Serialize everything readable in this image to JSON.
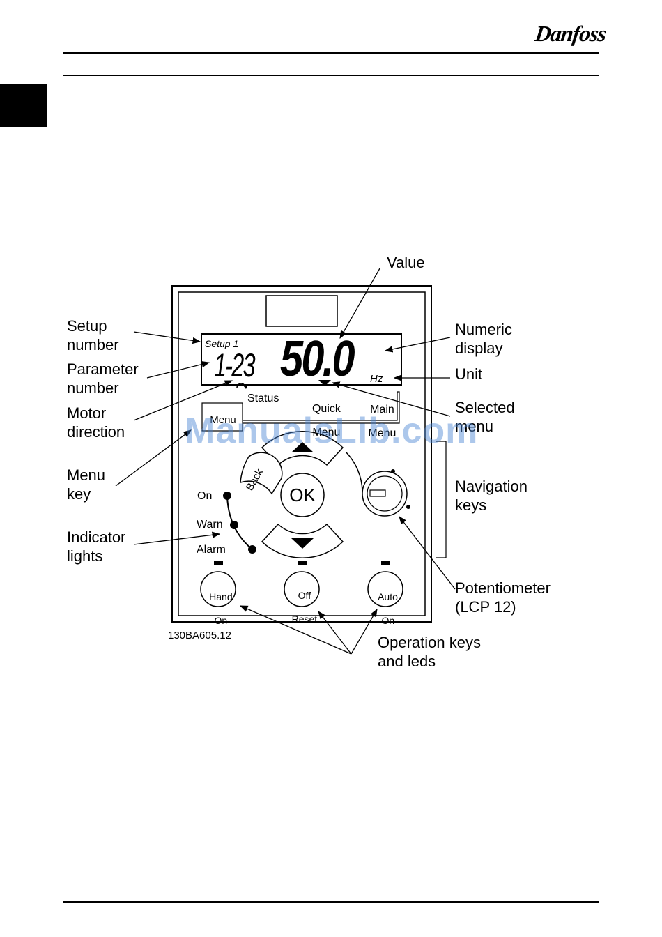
{
  "header": {
    "logo": "Danfoss"
  },
  "figure": {
    "code": "130BA605.12",
    "display": {
      "setup": "Setup 1",
      "parameter": "1-23",
      "value": "50.0",
      "unit": "Hz"
    },
    "menu_tabs": {
      "status": "Status",
      "quick_line1": "Quick",
      "quick_line2": "Menu",
      "main_line1": "Main",
      "main_line2": "Menu"
    },
    "keys": {
      "menu": "Menu",
      "back": "Back",
      "ok": "OK",
      "hand_line1": "Hand",
      "hand_line2": "On",
      "off_line1": "Off",
      "off_line2": "Reset",
      "auto_line1": "Auto",
      "auto_line2": "On"
    },
    "indicator_lights": {
      "on": "On",
      "warn": "Warn",
      "alarm": "Alarm"
    },
    "callouts": {
      "value": "Value",
      "setup_number": "Setup\nnumber",
      "parameter_number": "Parameter\nnumber",
      "motor_direction": "Motor\ndirection",
      "menu_key": "Menu\nkey",
      "indicator_lights": "Indicator\nlights",
      "numeric_display": "Numeric\ndisplay",
      "unit": "Unit",
      "selected_menu": "Selected\nmenu",
      "navigation_keys": "Navigation\nkeys",
      "potentiometer": "Potentiometer\n(LCP 12)",
      "operation_keys": "Operation keys\nand leds"
    }
  },
  "watermark": "ManualsLib.com"
}
